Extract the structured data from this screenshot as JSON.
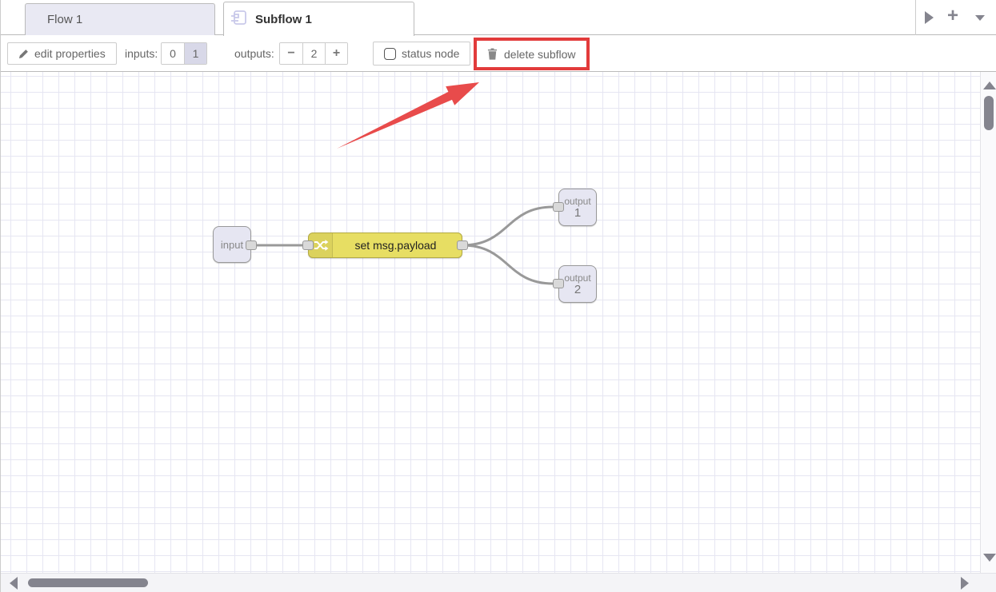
{
  "tabbar": {
    "tabs": [
      {
        "label": "Flow 1",
        "active": false
      },
      {
        "label": "Subflow 1",
        "active": true
      }
    ],
    "add_button": "+"
  },
  "toolbar": {
    "edit_properties_label": "edit properties",
    "inputs": {
      "label": "inputs:",
      "options": [
        {
          "label": "0",
          "selected": false
        },
        {
          "label": "1",
          "selected": true
        }
      ]
    },
    "outputs": {
      "label": "outputs:",
      "minus": "−",
      "value": "2",
      "plus": "+"
    },
    "status_node_label": "status node",
    "status_node_checked": false,
    "delete_subflow_label": "delete subflow"
  },
  "canvas": {
    "nodes": [
      {
        "id": "subflow-input",
        "label": "input",
        "type": "subflow input endpoint"
      },
      {
        "id": "change-node",
        "label": "set msg.payload",
        "type": "change",
        "icon": "shuffle-icon"
      },
      {
        "id": "subflow-output-1",
        "label": "output",
        "number": "1",
        "type": "subflow output endpoint"
      },
      {
        "id": "subflow-output-2",
        "label": "output",
        "number": "2",
        "type": "subflow output endpoint"
      }
    ],
    "wires": [
      {
        "from": "subflow-input",
        "to": "change-node"
      },
      {
        "from": "change-node",
        "to": "subflow-output-1"
      },
      {
        "from": "change-node",
        "to": "subflow-output-2"
      }
    ],
    "annotation": "red arrow and red box highlighting the delete subflow button"
  },
  "colors": {
    "annotation_red": "#e23b3b",
    "arrow_red": "#e84b4b",
    "change_node_yellow": "#e7de63",
    "endpoint_node_grey": "#e6e6f2",
    "wire_grey": "#999999",
    "selected_toggle": "#d8d8e8",
    "grid_line": "#e6e6f2",
    "scrollbar_grey": "#84848e"
  }
}
